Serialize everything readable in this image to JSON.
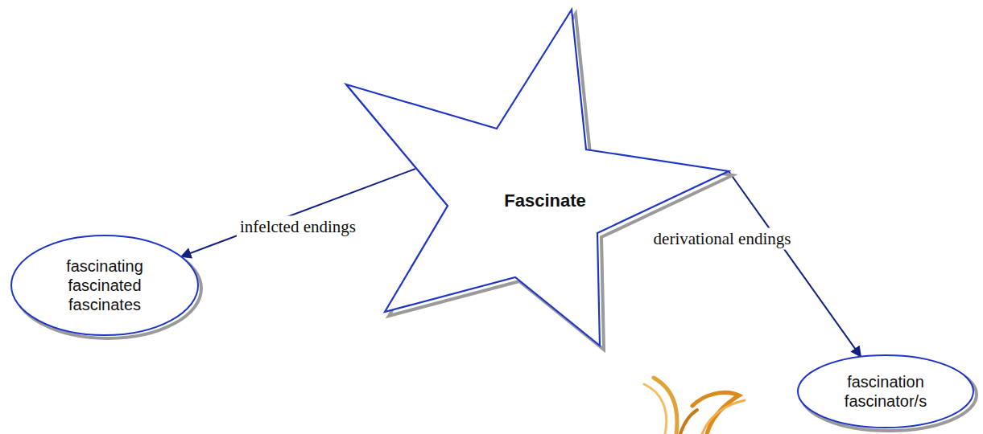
{
  "diagram": {
    "nodes": [
      {
        "text": [
          "Fascinate"
        ]
      },
      {
        "text": [
          "fascinating",
          "fascinated",
          "fascinates"
        ]
      },
      {
        "text": [
          "fascination",
          "fascinator/s"
        ]
      }
    ],
    "edges": [
      {
        "from": 0,
        "to": 1,
        "arrow": "to",
        "label": "infelcted endings"
      },
      {
        "from": 0,
        "to": 2,
        "arrow": "to",
        "label": "derivational endings"
      }
    ]
  }
}
